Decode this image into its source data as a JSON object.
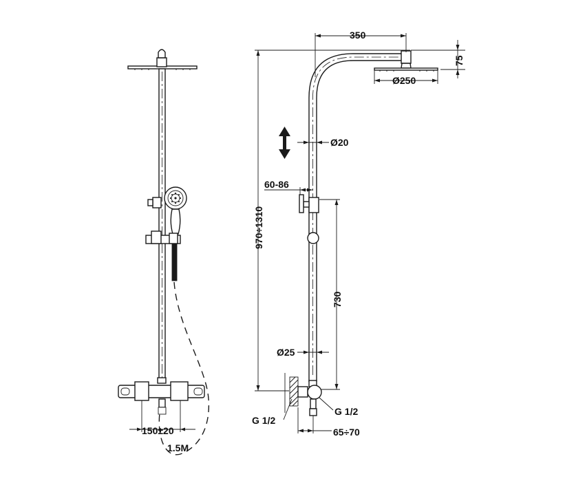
{
  "dimensions": {
    "arm_length": "350",
    "head_drop": "75",
    "head_diameter": "Ø250",
    "pipe_upper_diameter": "Ø20",
    "slider_range": "60-86",
    "total_height": "970÷1310",
    "riser_length": "730",
    "pipe_lower_diameter": "Ø25",
    "inlet_left": "G 1/2",
    "inlet_right": "G 1/2",
    "wall_offset": "65÷70",
    "inlet_spacing": "150±20",
    "hose_length": "1.5M"
  },
  "colors": {
    "line": "#1a1a1a",
    "background": "#ffffff"
  },
  "icons": {
    "height_adjust": "double-arrow-vertical-icon"
  }
}
